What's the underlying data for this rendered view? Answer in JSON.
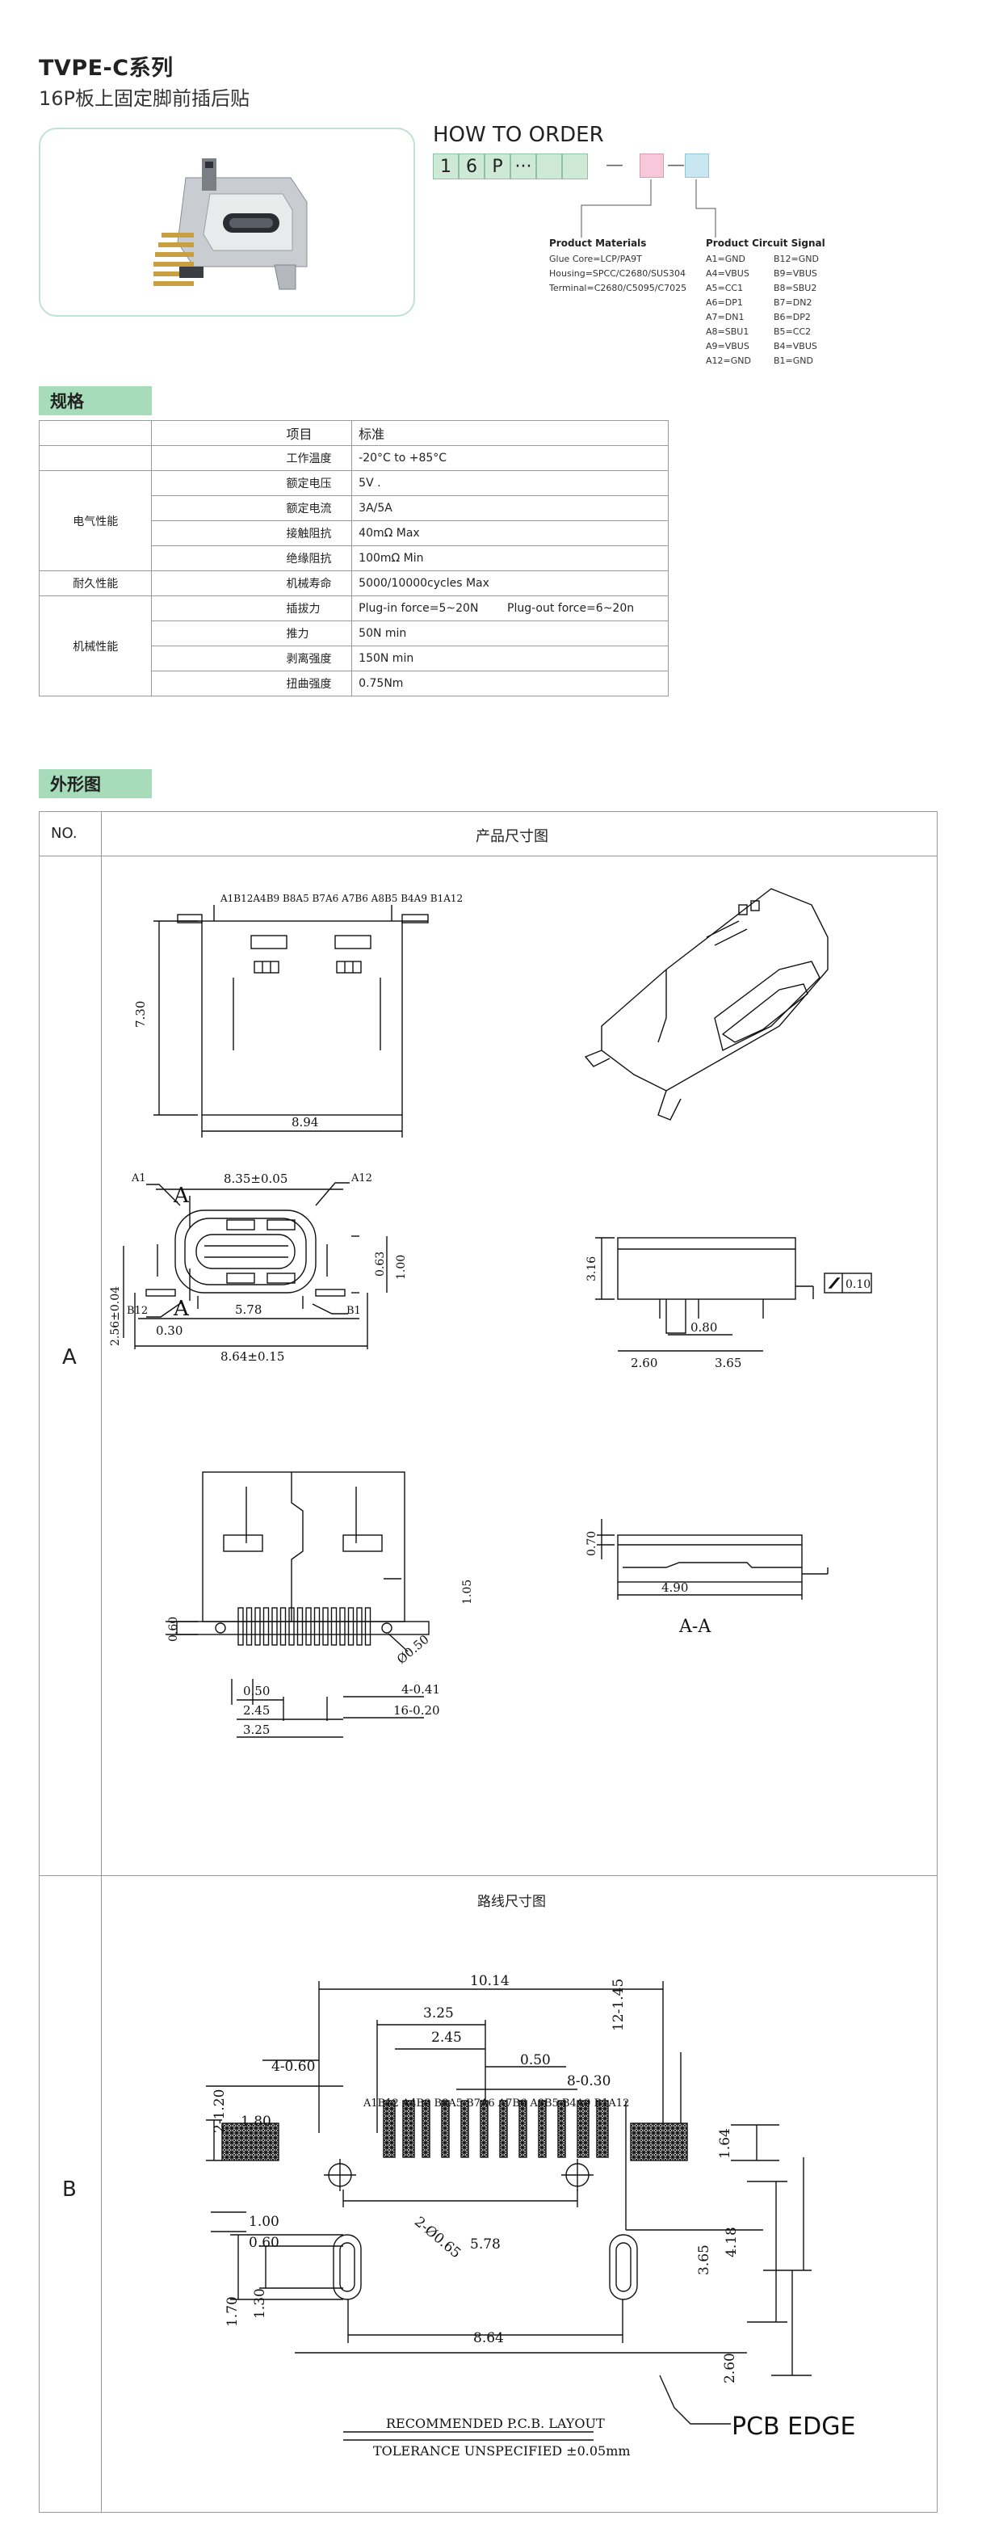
{
  "header": {
    "title": "TVPE-C系列",
    "subtitle": "16P板上固定脚前插后贴"
  },
  "how_to_order": {
    "heading": "HOW TO ORDER",
    "code_chars": [
      "1",
      "6",
      "P",
      "···",
      "",
      ""
    ],
    "dash": "—",
    "product_materials": {
      "title": "Product Materials",
      "lines": [
        "Glue Core=LCP/PA9T",
        "Housing=SPCC/C2680/SUS304",
        "Terminal=C2680/C5095/C7025"
      ]
    },
    "product_circuit_signal": {
      "title": "Product Circuit Signal",
      "left": [
        "A1=GND",
        "A4=VBUS",
        "A5=CC1",
        "A6=DP1",
        "A7=DN1",
        "A8=SBU1",
        "A9=VBUS",
        "A12=GND"
      ],
      "right": [
        "B12=GND",
        "B9=VBUS",
        "B8=SBU2",
        "B7=DN2",
        "B6=DP2",
        "B5=CC2",
        "B4=VBUS",
        "B1=GND"
      ]
    }
  },
  "spec_section": {
    "tag": "规格",
    "head": [
      "项目",
      "标准"
    ],
    "rows": [
      {
        "group": "",
        "item": "工作温度",
        "value": "-20°C to +85°C"
      },
      {
        "group": "电气性能",
        "item": "额定电压",
        "value": "5V ."
      },
      {
        "group": "",
        "item": "额定电流",
        "value": "3A/5A"
      },
      {
        "group": "",
        "item": "接触阻抗",
        "value": "40mΩ Max"
      },
      {
        "group": "",
        "item": "绝缘阻抗",
        "value": "100mΩ Min"
      },
      {
        "group": "耐久性能",
        "item": "机械寿命",
        "value": "5000/10000cycles Max"
      },
      {
        "group": "机械性能",
        "item": "插拔力",
        "value": "Plug-in force=5~20N        Plug-out force=6~20n"
      },
      {
        "group": "",
        "item": "推力",
        "value": "50N min"
      },
      {
        "group": "",
        "item": "剥离强度",
        "value": "150N min"
      },
      {
        "group": "",
        "item": "扭曲强度",
        "value": "0.75Nm"
      }
    ]
  },
  "outline_section": {
    "tag": "外形图",
    "col_no": "NO.",
    "col_title": "产品尺寸图",
    "row_a": "A",
    "row_b": "B",
    "pcb_title": "路线尺寸图"
  },
  "drawing_a": {
    "pin_labels_top": "A1B12A4B9 B8A5 B7A6 A7B6 A8B5 B4A9 B1A12",
    "dim_730": "7.30",
    "dim_894": "8.94",
    "dim_835": "8.35±0.05",
    "label_a1": "A1",
    "label_a12": "A12",
    "label_b12": "B12",
    "label_b1": "B1",
    "section_a": "A",
    "dim_063": "0.63",
    "dim_100": "1.00",
    "dim_256": "2.56±0.04",
    "dim_578": "5.78",
    "dim_030": "0.30",
    "dim_864": "8.64±0.15",
    "dim_316": "3.16",
    "dim_080": "0.80",
    "dim_260": "2.60",
    "dim_365": "3.65",
    "flatness": "0.10",
    "dim_070": "0.70",
    "dim_490": "4.90",
    "section_label": "A-A",
    "dim_060": "0.60",
    "dim_105": "1.05",
    "dim_phi050": "Ø0.50",
    "dim_050": "0.50",
    "dim_245": "2.45",
    "dim_325": "3.25",
    "dim_4041": "4-0.41",
    "dim_16020": "16-0.20"
  },
  "drawing_b": {
    "dim_1014": "10.14",
    "dim_325": "3.25",
    "dim_245": "2.45",
    "dim_050": "0.50",
    "dim_4060": "4-0.60",
    "dim_830": "8-0.30",
    "dim_12145": "12-1.45",
    "dim_2120": "2-1.20",
    "dim_180": "1.80",
    "pin_labels": "A1B12 A4B9 B8A5 B7A6 A7B6 A8B5 B4A9 B1A12",
    "dim_164": "1.64",
    "dim_phi065": "2-Ø0.65",
    "dim_100": "1.00",
    "dim_578": "5.78",
    "dim_060": "0.60",
    "dim_365": "3.65",
    "dim_418": "4.18",
    "dim_170": "1.70",
    "dim_130": "1.30",
    "dim_864": "8.64",
    "dim_260": "2.60",
    "note1": "RECOMMENDED  P.C.B.  LAYOUT",
    "note2": "TOLERANCE  UNSPECIFIED  ±0.05mm",
    "pcb_edge": "PCB EDGE"
  }
}
